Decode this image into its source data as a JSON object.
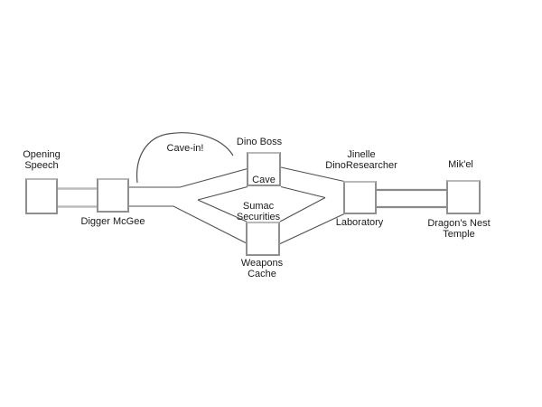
{
  "title": "Story map diagram",
  "colors": {
    "background": "#ffffff",
    "box_fill": "#ffffff",
    "box_border": "#8f8f8f",
    "box_border_top": "#b9b9b9",
    "link_light": "#bcbcbc",
    "link_mid": "#8a8a8a",
    "link_dark": "#4f4f4f",
    "text": "#1a1a1a"
  },
  "labels": {
    "opening_speech": [
      "Opening",
      "Speech"
    ],
    "digger_mcgee": [
      "Digger McGee"
    ],
    "cave_in": [
      "Cave-in!"
    ],
    "dino_boss": [
      "Dino Boss"
    ],
    "cave": [
      "Cave"
    ],
    "sumac_securities": [
      "Sumac",
      "Securities"
    ],
    "weapons_cache": [
      "Weapons",
      "Cache"
    ],
    "jinelle": [
      "Jinelle",
      "DinoResearcher"
    ],
    "laboratory": [
      "Laboratory"
    ],
    "mikel": [
      "Mik'el"
    ],
    "dragons_nest_temple": [
      "Dragon's Nest",
      "Temple"
    ]
  },
  "nodes": [
    {
      "id": "opening-speech",
      "label": "Opening Speech"
    },
    {
      "id": "digger-mcgee",
      "label": "Digger McGee"
    },
    {
      "id": "cave",
      "label": "Dino Boss / Cave"
    },
    {
      "id": "weapons-cache",
      "label": "Weapons Cache"
    },
    {
      "id": "laboratory",
      "label": "Jinelle DinoResearcher / Laboratory"
    },
    {
      "id": "mikel",
      "label": "Mik'el / Dragon's Nest Temple"
    }
  ],
  "edges": [
    {
      "from": "Opening Speech",
      "to": "Digger McGee",
      "style": "double-line"
    },
    {
      "from": "Digger McGee",
      "to": "Cave",
      "style": "forked-road"
    },
    {
      "from": "Digger McGee",
      "to": "Weapons Cache",
      "style": "forked-road"
    },
    {
      "from": "Cave",
      "to": "Laboratory",
      "style": "merging-road"
    },
    {
      "from": "Weapons Cache",
      "to": "Laboratory",
      "style": "merging-road"
    },
    {
      "from": "Laboratory",
      "to": "Mik'el",
      "style": "double-line"
    }
  ],
  "annotations": [
    {
      "text": "Cave-in!",
      "shape": "arc",
      "between": [
        "Digger McGee",
        "Cave"
      ]
    }
  ]
}
